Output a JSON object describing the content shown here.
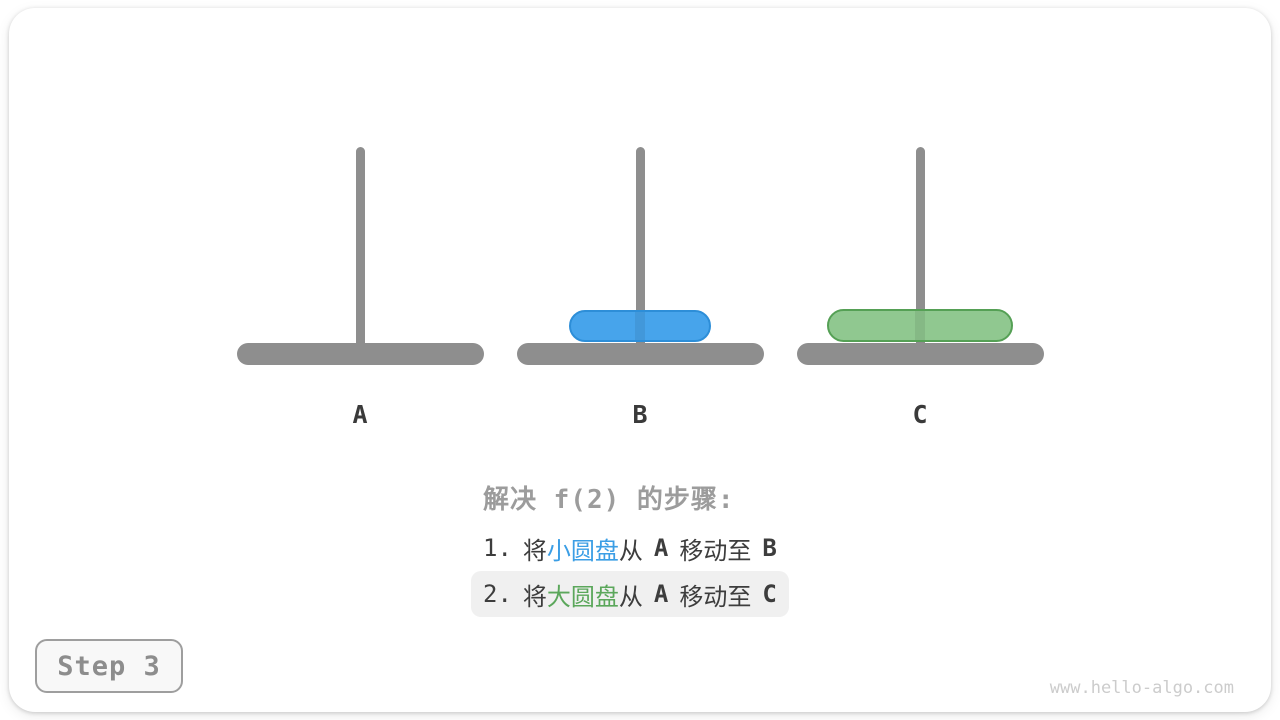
{
  "figure": {
    "pillars": [
      {
        "label": "A",
        "disks": []
      },
      {
        "label": "B",
        "disks": [
          "small-blue"
        ]
      },
      {
        "label": "C",
        "disks": [
          "large-green"
        ]
      }
    ]
  },
  "explanation": {
    "heading": "解决 f(2) 的步骤:",
    "steps": [
      {
        "num": "1.",
        "t_move": "将",
        "disk": "小圆盘",
        "t_from": "从",
        "from": "A",
        "t_to": "移动至",
        "to": "B",
        "highlighted": false
      },
      {
        "num": "2.",
        "t_move": "将",
        "disk": "大圆盘",
        "t_from": "从",
        "from": "A",
        "t_to": "移动至",
        "to": "C",
        "highlighted": true
      }
    ]
  },
  "footer": {
    "step_badge": "Step 3",
    "watermark": "www.hello-algo.com"
  },
  "colors": {
    "gray": "#8e8e8e",
    "label": "#3a3a3a",
    "disk_small_fill": "#47a4eb",
    "disk_small_border": "#2d8ed8",
    "disk_large_fill": "#90c890",
    "disk_large_border": "#55a055",
    "heading": "#9c9c9c",
    "text": "#3d3d3d",
    "blue_text": "#3b9ee5",
    "green_text": "#5ba75b",
    "highlight_bg": "#f0f0f0",
    "badge_bg": "#f8f8f8",
    "badge_border": "#9e9e9e",
    "badge_text": "#8d8d8d",
    "watermark": "#cccccc"
  }
}
